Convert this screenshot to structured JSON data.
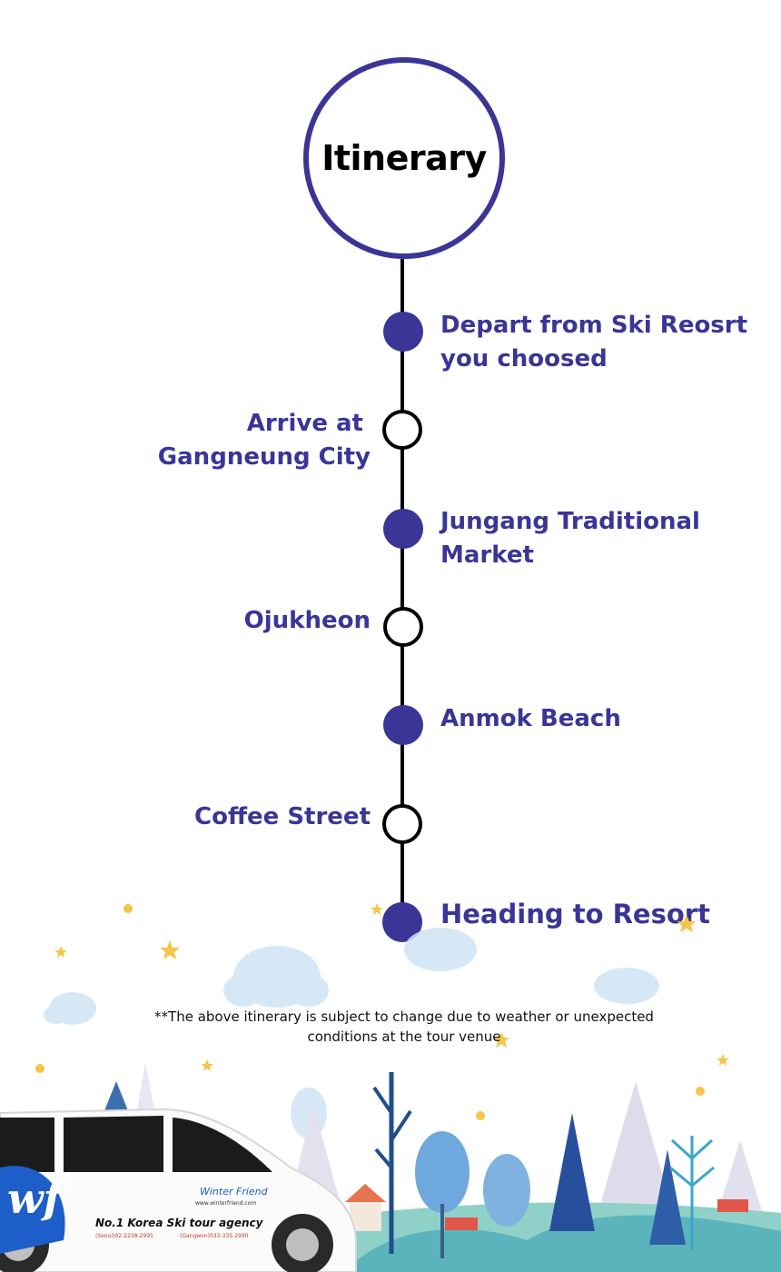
{
  "title": "Itinerary",
  "stops": [
    {
      "line1": "Depart from Ski Reosrt",
      "line2": "you choosed",
      "side": "right",
      "marker": "filled"
    },
    {
      "line1": "Arrive at",
      "line2": "Gangneung City",
      "side": "left",
      "marker": "hollow"
    },
    {
      "line1": "Jungang Traditional",
      "line2": "Market",
      "side": "right",
      "marker": "filled"
    },
    {
      "line1": "Ojukheon",
      "line2": "",
      "side": "left",
      "marker": "hollow"
    },
    {
      "line1": "Anmok Beach",
      "line2": "",
      "side": "right",
      "marker": "filled"
    },
    {
      "line1": "Coffee Street",
      "line2": "",
      "side": "left",
      "marker": "hollow"
    },
    {
      "line1": "Heading to Resort",
      "line2": "",
      "side": "right",
      "marker": "filled"
    }
  ],
  "note": "**The above itinerary is subject to change due to weather or unexpected conditions at the tour venue",
  "van": {
    "logo": "wf",
    "brand": "Winter Friend",
    "site": "www.winterfriend.com",
    "slogan": "No.1 Korea Ski tour agency",
    "phone_seoul": "(Seoul)02-2238-2995",
    "phone_gangwon": "(Gangwon)033-335-2990"
  },
  "colors": {
    "accent": "#3a3596",
    "line": "#000000"
  }
}
